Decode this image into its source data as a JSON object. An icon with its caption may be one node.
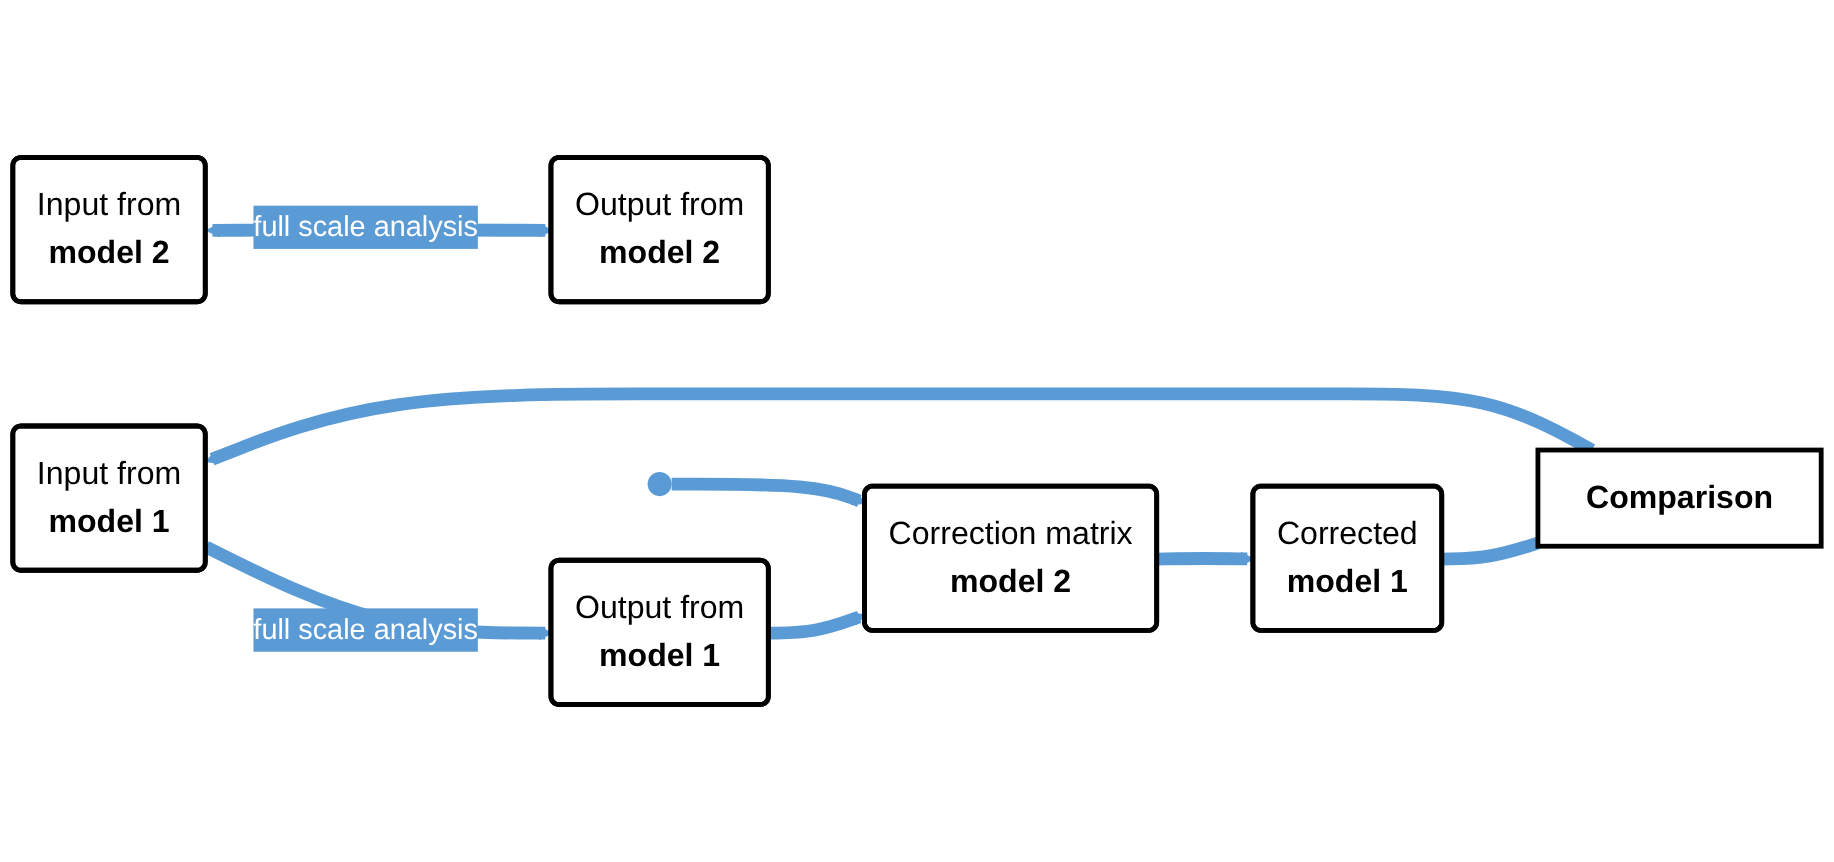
{
  "diagram": {
    "nodes": [
      {
        "text": [
          "Input from",
          "model 1"
        ]
      },
      {
        "text": [
          "Output from",
          "model 1"
        ]
      },
      {
        "text": [
          "Comparison"
        ]
      },
      {
        "text": [
          "Corrected",
          "model 1"
        ]
      },
      {
        "text": [
          "Correction matrix",
          "model 2"
        ]
      },
      {
        "text": [
          "Input from",
          "model 2"
        ]
      },
      {
        "text": [
          "Output from",
          "model 2"
        ]
      }
    ],
    "edges": [
      {
        "from": 0,
        "to": 1,
        "arrow": "to",
        "label": "full scale analysis"
      },
      {
        "from": 1,
        "to": 4,
        "arrow": "to"
      },
      {
        "from": 4,
        "to": 3,
        "arrow": "to"
      },
      {
        "from": 3,
        "to": 2,
        "arrow": "none"
      },
      {
        "from": 2,
        "to": 0,
        "arrow": "to"
      },
      {
        "from": 5,
        "to": 6,
        "arrow": "both",
        "label": "full scale analysis"
      },
      {
        "from": null,
        "to": 4,
        "arrow": "to"
      }
    ]
  }
}
